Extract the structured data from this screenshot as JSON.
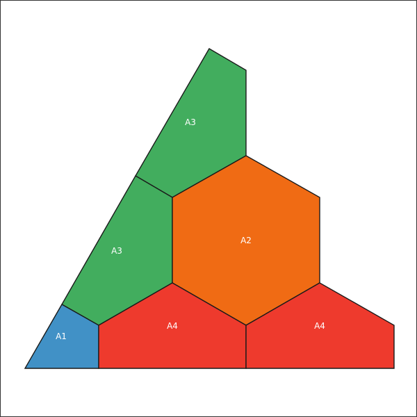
{
  "colors": {
    "A1": "#4191c6",
    "A2": "#f06b14",
    "A3": "#42ad5e",
    "A4": "#ee3a2d"
  },
  "regions": [
    {
      "id": "region-a3-top",
      "label": "A3",
      "class": "A3"
    },
    {
      "id": "region-a3-middle",
      "label": "A3",
      "class": "A3"
    },
    {
      "id": "region-a2-hexagon",
      "label": "A2",
      "class": "A2"
    },
    {
      "id": "region-a1-corner",
      "label": "A1",
      "class": "A1"
    },
    {
      "id": "region-a4-left",
      "label": "A4",
      "class": "A4"
    },
    {
      "id": "region-a4-right",
      "label": "A4",
      "class": "A4"
    }
  ]
}
